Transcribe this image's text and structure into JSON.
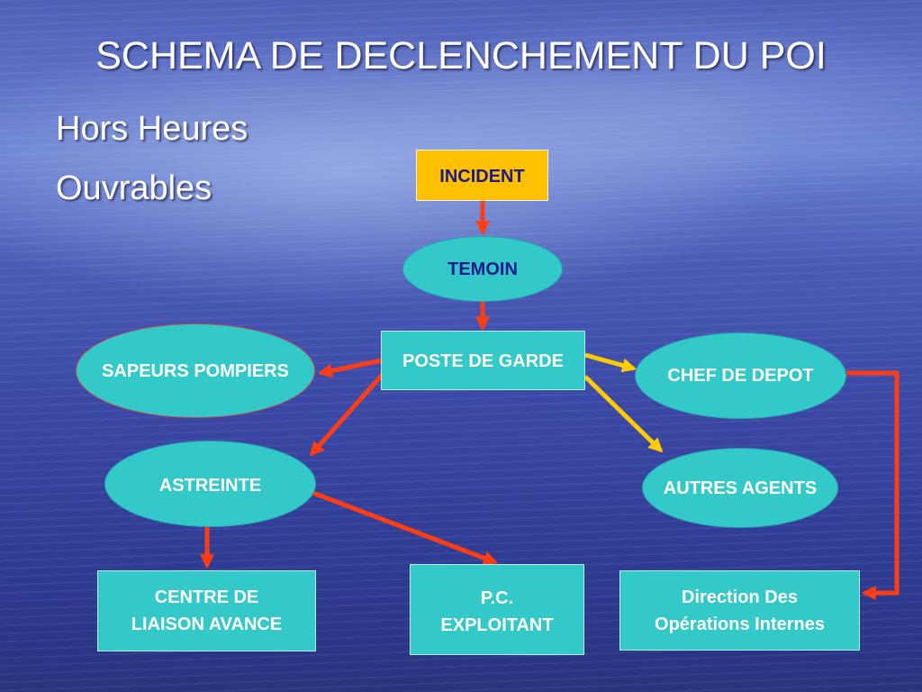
{
  "slide": {
    "title": "SCHEMA DE DECLENCHEMENT DU POI",
    "subtitle_line1": "Hors Heures",
    "subtitle_line2": "Ouvrables"
  },
  "diagram": {
    "nodes": {
      "incident": "INCIDENT",
      "temoin": "TEMOIN",
      "poste_de_garde": "POSTE DE GARDE",
      "sapeurs_pompiers": "SAPEURS POMPIERS",
      "chef_de_depot": "CHEF DE DEPOT",
      "astreinte": "ASTREINTE",
      "autres_agents": "AUTRES AGENTS",
      "centre_liaison_line1": "CENTRE DE",
      "centre_liaison_line2": "LIAISON AVANCE",
      "pc_exploitant_line1": "P.C.",
      "pc_exploitant_line2": "EXPLOITANT",
      "direction_line1": "Direction  Des",
      "direction_line2": "Opérations Internes"
    },
    "edges": [
      {
        "from": "incident",
        "to": "temoin",
        "color": "red"
      },
      {
        "from": "temoin",
        "to": "poste_de_garde",
        "color": "red"
      },
      {
        "from": "poste_de_garde",
        "to": "sapeurs_pompiers",
        "color": "red"
      },
      {
        "from": "poste_de_garde",
        "to": "astreinte",
        "color": "red"
      },
      {
        "from": "poste_de_garde",
        "to": "chef_de_depot",
        "color": "yellow"
      },
      {
        "from": "poste_de_garde",
        "to": "autres_agents",
        "color": "yellow"
      },
      {
        "from": "astreinte",
        "to": "centre_de_liaison_avance",
        "color": "red"
      },
      {
        "from": "astreinte",
        "to": "pc_exploitant",
        "color": "red"
      },
      {
        "from": "chef_de_depot",
        "to": "direction_des_operations_internes",
        "color": "red"
      }
    ],
    "colors": {
      "node_fill": "#33c9c9",
      "incident_fill": "#ffc000",
      "red_arrow": "#ff3d14",
      "yellow_arrow": "#ffcc00",
      "title_text": "#ffffff"
    }
  }
}
